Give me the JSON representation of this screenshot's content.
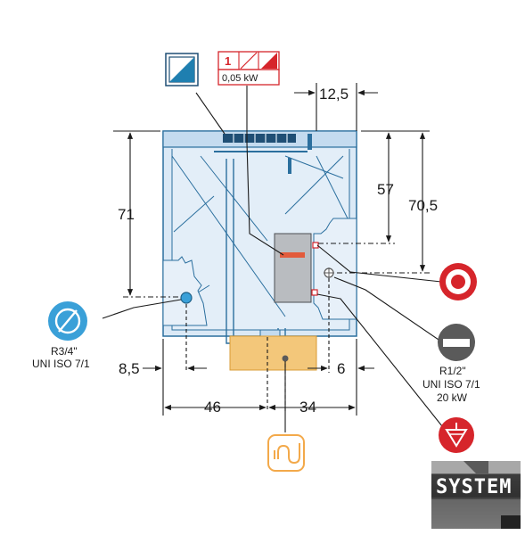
{
  "dimensions": {
    "d_12_5": "12,5",
    "d_71": "71",
    "d_57": "57",
    "d_70_5": "70,5",
    "d_8_5": "8,5",
    "d_6": "6",
    "d_46": "46",
    "d_34": "34"
  },
  "power_box": {
    "phase": "1",
    "power": "0,05 kW"
  },
  "water_inlet": {
    "line1": "R3/4\"",
    "line2": "UNI ISO 7/1"
  },
  "gas_inlet": {
    "line1": "R1/2\"",
    "line2": "UNI ISO 7/1",
    "line3": "20 kW"
  },
  "logo": {
    "text": "SYSTEM"
  },
  "colors": {
    "body_fill": "#dbe9f6",
    "body_stroke": "#2b6f9e",
    "dim_line": "#1a1a1a",
    "drain_fill": "#f3c77a",
    "red": "#d6252b",
    "water_blue": "#3aa0d8",
    "gas_gray": "#5a5a5a"
  },
  "icons": [
    "electrical-box-icon",
    "phase-icon",
    "water-inlet-icon",
    "electric-connection-icon",
    "gas-inlet-icon",
    "equipotential-icon",
    "drain-icon"
  ]
}
